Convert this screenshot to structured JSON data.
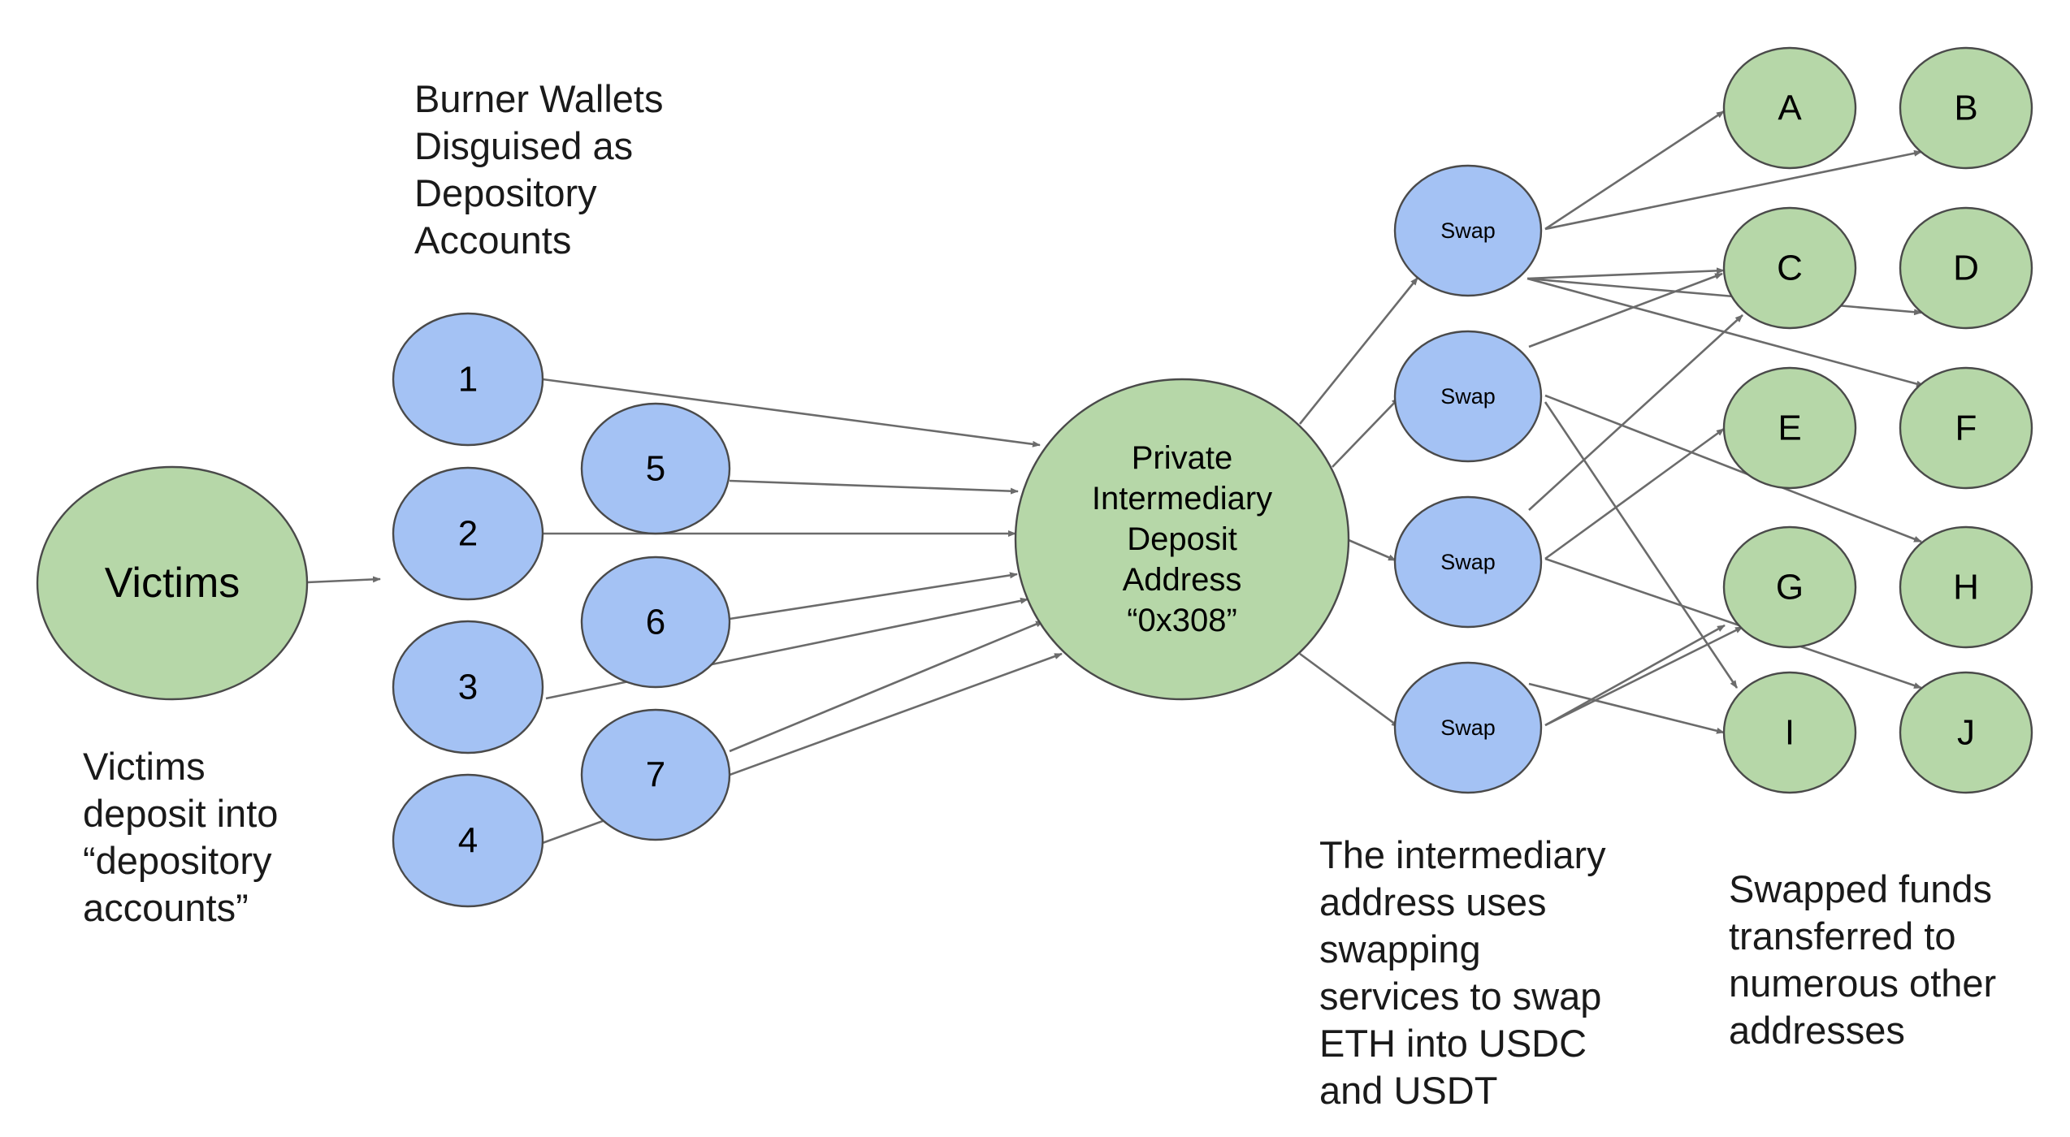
{
  "captions": {
    "burner": [
      "Burner Wallets",
      "Disguised as",
      "Depository",
      "Accounts"
    ],
    "victims_note": [
      "Victims",
      "deposit into",
      "“depository",
      "accounts”"
    ],
    "swap_note": [
      "The intermediary",
      "address uses",
      "swapping",
      "services to swap",
      "ETH into USDC",
      "and USDT"
    ],
    "transfer_note": [
      "Swapped funds",
      "transferred to",
      "numerous other",
      "addresses"
    ]
  },
  "nodes": {
    "victims": "Victims",
    "wallets": [
      "1",
      "2",
      "3",
      "4",
      "5",
      "6",
      "7"
    ],
    "intermediary": [
      "Private",
      "Intermediary",
      "Deposit",
      "Address",
      "“0x308”"
    ],
    "swaps": [
      "Swap",
      "Swap",
      "Swap",
      "Swap"
    ],
    "destinations": [
      "A",
      "B",
      "C",
      "D",
      "E",
      "F",
      "G",
      "H",
      "I",
      "J"
    ]
  },
  "colors": {
    "green_node": "#b6d7a8",
    "blue_node": "#a4c2f4",
    "edge": "#6b6b6b"
  }
}
